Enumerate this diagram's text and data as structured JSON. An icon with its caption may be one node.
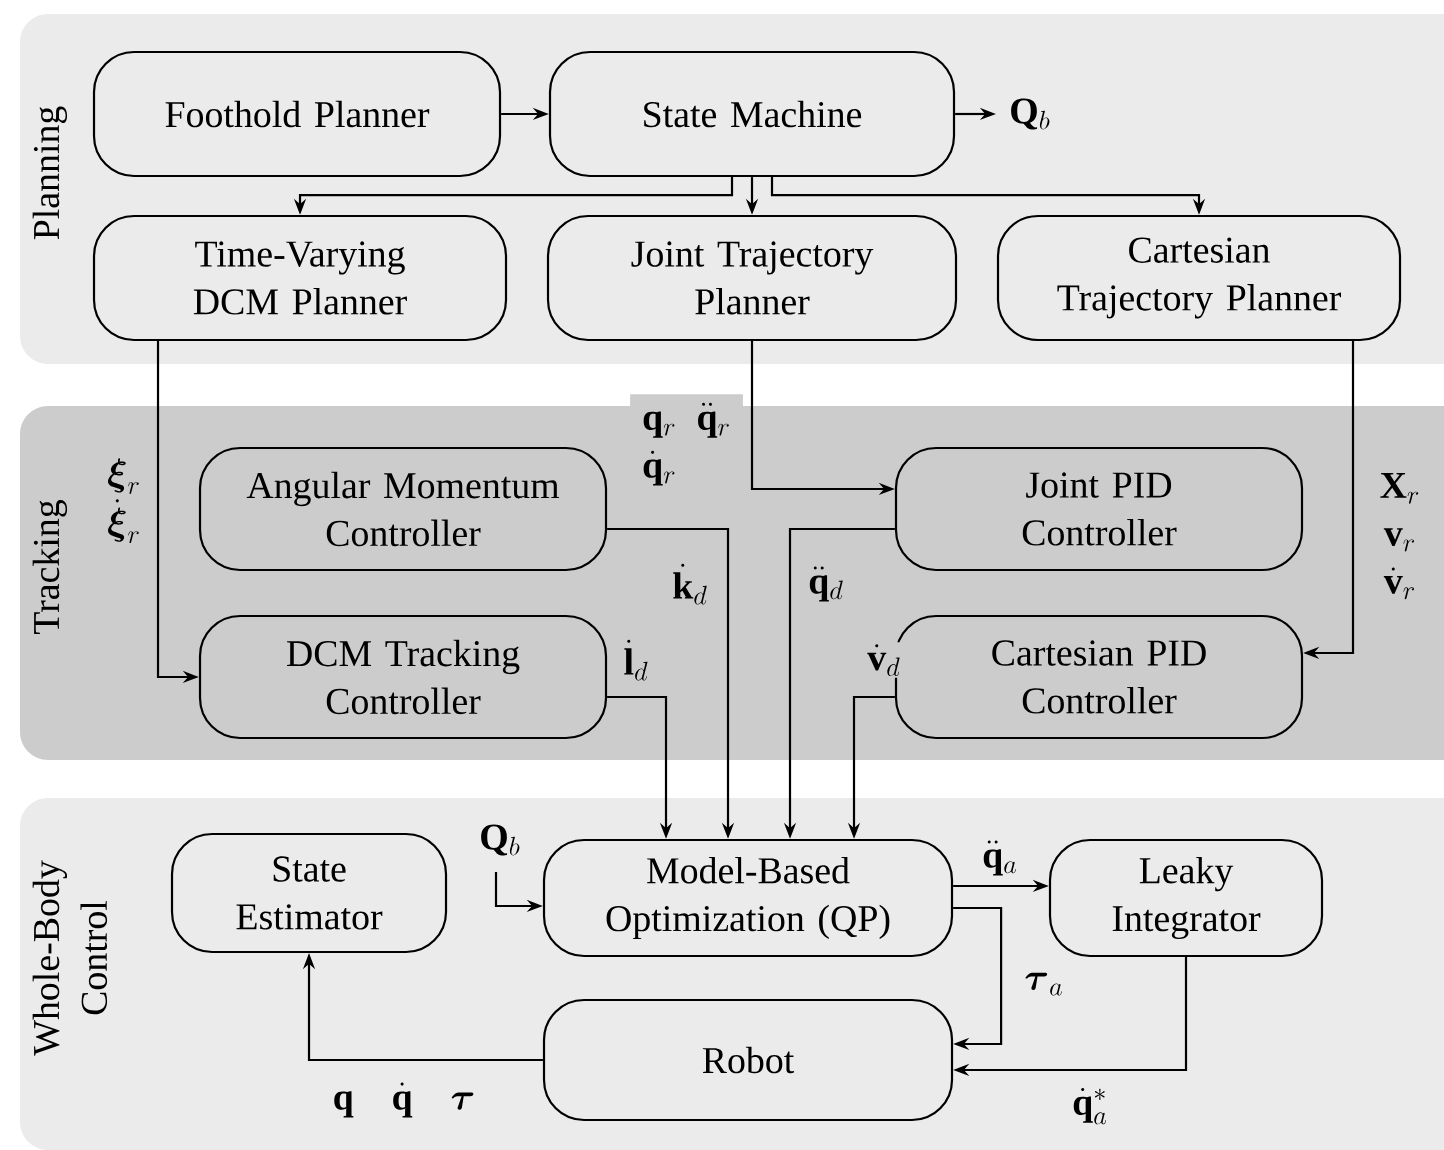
{
  "diagram": {
    "nodes": [
      {
        "text": [
          "Planning"
        ]
      },
      {
        "text": [
          "Foothold Planner"
        ],
        "in": 0
      },
      {
        "text": [
          "State Machine"
        ],
        "in": 0
      },
      {
        "text": [
          "Time-Varying DCM Planner"
        ],
        "in": 0
      },
      {
        "text": [
          "Joint Trajectory Planner"
        ],
        "in": 0
      },
      {
        "text": [
          "Cartesian Trajectory Planner"
        ],
        "in": 0
      },
      {
        "text": [
          "Tracking"
        ]
      },
      {
        "text": [
          "Angular Momentum Controller"
        ],
        "in": 6
      },
      {
        "text": [
          "Joint PID Controller"
        ],
        "in": 6
      },
      {
        "text": [
          "DCM Tracking Controller"
        ],
        "in": 6
      },
      {
        "text": [
          "Cartesian PID Controller"
        ],
        "in": 6
      },
      {
        "text": [
          "Whole-Body Control"
        ]
      },
      {
        "text": [
          "State Estimator"
        ],
        "in": 11
      },
      {
        "text": [
          "Model-Based Optimization (QP)"
        ],
        "in": 11
      },
      {
        "text": [
          "Leaky Integrator"
        ],
        "in": 11
      },
      {
        "text": [
          "Robot"
        ],
        "in": 11
      }
    ],
    "edges": [
      {
        "from": 1,
        "to": 2,
        "arrow": "to"
      },
      {
        "from": 2,
        "to": null,
        "arrow": "to",
        "label": "\\mathbf{Q}_b"
      },
      {
        "from": 2,
        "to": 3,
        "arrow": "to"
      },
      {
        "from": 2,
        "to": 4,
        "arrow": "to"
      },
      {
        "from": 2,
        "to": 5,
        "arrow": "to"
      },
      {
        "from": 3,
        "to": 9,
        "arrow": "to",
        "label": "\\begin{array}{c}\\boldsymbol{\\xi}_r\\\\ \\dot{\\boldsymbol{\\xi}}_r\\end{array}"
      },
      {
        "from": 4,
        "to": 8,
        "arrow": "to",
        "label": "\\begin{array}{ll}\\mathbf{q}_r & \\ddot{\\mathbf{q}}_r\\\\ \\dot{\\mathbf{q}}_r & \\end{array}"
      },
      {
        "from": 5,
        "to": 10,
        "arrow": "to",
        "label": "\\begin{array}{c}\\mathbf{X}_r\\\\ \\mathbf{v}_r\\\\ \\dot{\\mathbf{v}}_r\\end{array}"
      },
      {
        "from": 7,
        "to": 13,
        "arrow": "to",
        "label": "\\dot{\\mathbf{k}}_d"
      },
      {
        "from": 8,
        "to": 13,
        "arrow": "to",
        "label": "\\ddot{\\mathbf{q}}_d"
      },
      {
        "from": 9,
        "to": 13,
        "arrow": "to",
        "label": "\\dot{\\mathbf{l}}_d"
      },
      {
        "from": 10,
        "to": 13,
        "arrow": "to",
        "label": "\\dot{\\mathbf{v}}_d"
      },
      {
        "from": null,
        "to": 13,
        "arrow": "to",
        "label": "\\mathbf{Q}_b"
      },
      {
        "from": 13,
        "to": 14,
        "arrow": "to",
        "label": "\\ddot{\\mathbf{q}}_a"
      },
      {
        "from": 13,
        "to": 15,
        "arrow": "to",
        "label": "\\boldsymbol{\\tau}_a"
      },
      {
        "from": 14,
        "to": 15,
        "arrow": "to",
        "label": "\\dot{\\mathbf{q}}_a^*"
      },
      {
        "from": 15,
        "to": 12,
        "arrow": "to",
        "label": "\\mathbf{q}\\quad\\dot{\\mathbf{q}}\\quad\\boldsymbol{\\tau}"
      }
    ]
  }
}
